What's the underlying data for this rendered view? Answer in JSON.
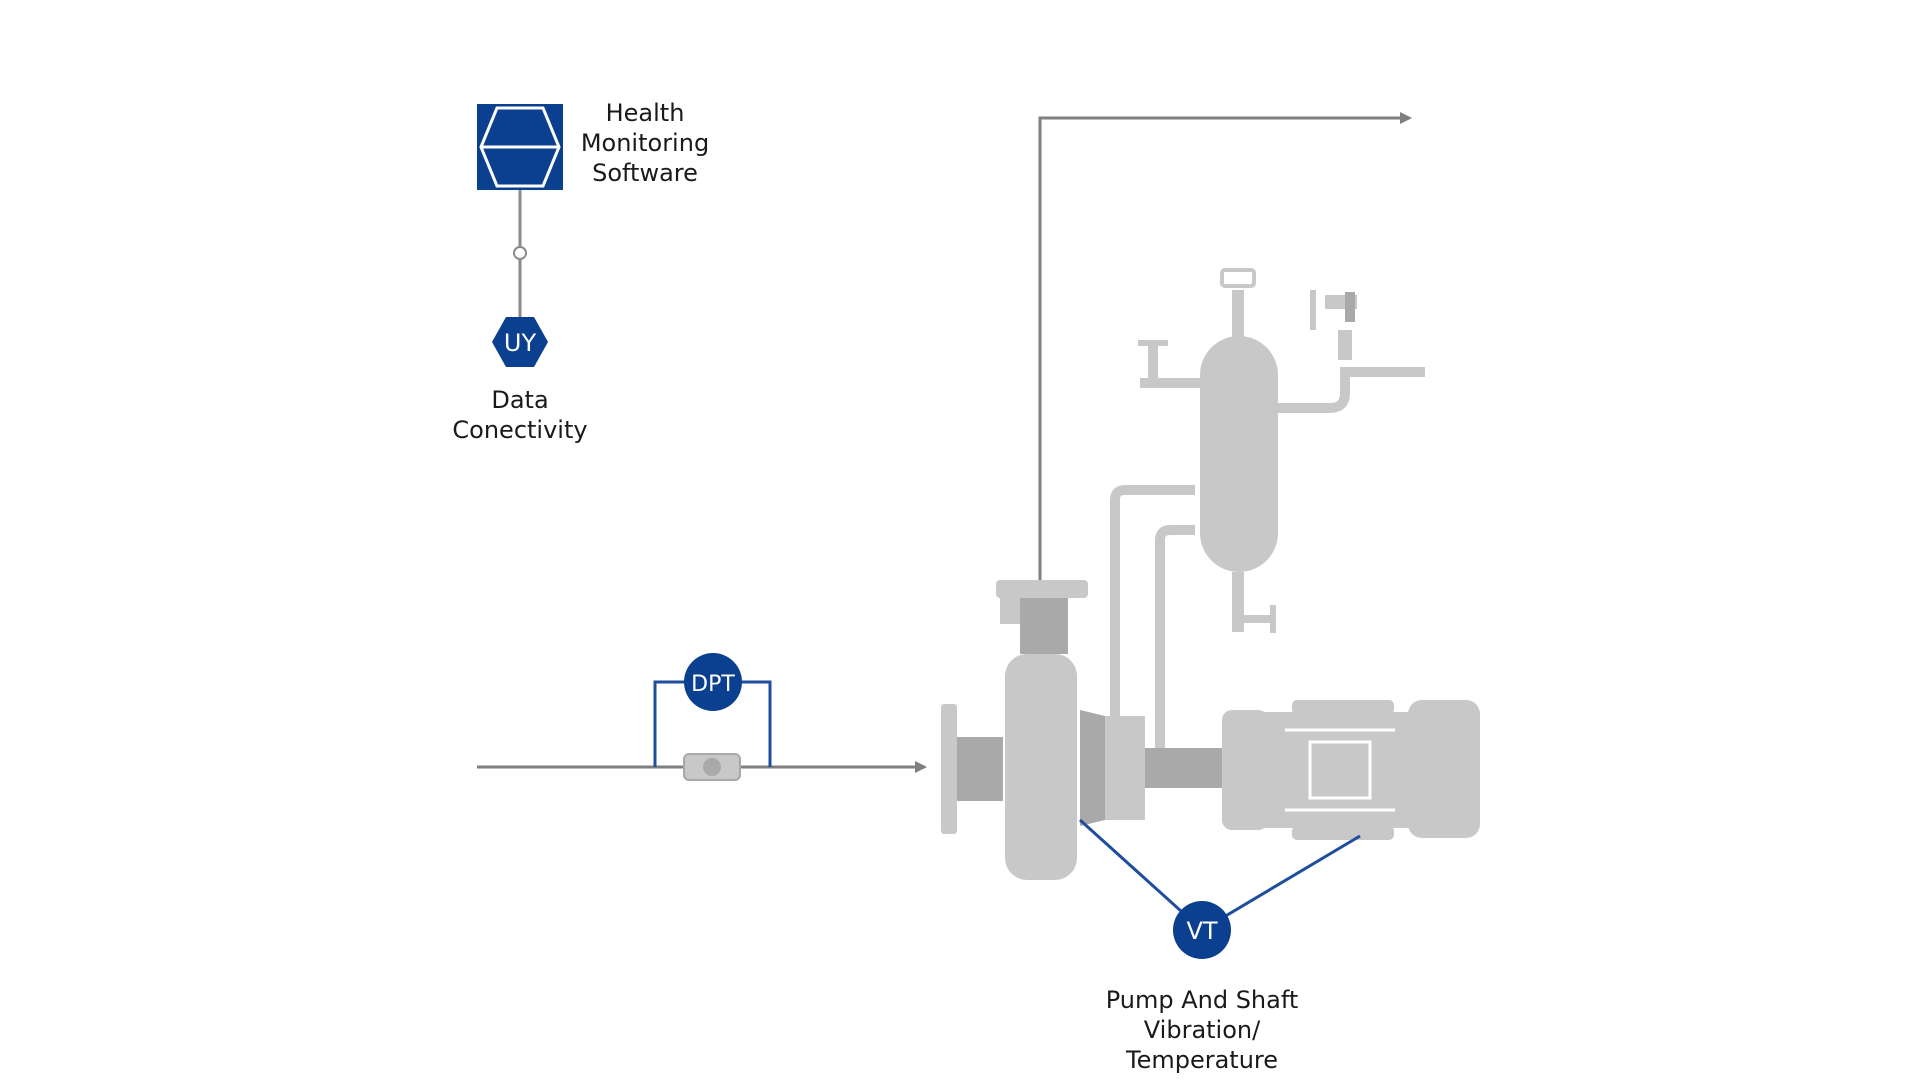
{
  "software": {
    "label_lines": [
      "Health",
      "Monitoring",
      "Software"
    ],
    "icon": "health-monitoring-software-icon"
  },
  "connectivity": {
    "tag": "UY",
    "label_lines": [
      "Data",
      "Conectivity"
    ]
  },
  "dp_transmitter": {
    "tag": "DPT"
  },
  "vibration_transmitter": {
    "tag": "VT",
    "label_lines": [
      "Pump And Shaft",
      "Vibration/",
      "Temperature"
    ]
  },
  "colors": {
    "brand_blue": "#0b3f8f",
    "equipment_gray": "#c8c8c8",
    "equipment_dark": "#a9a9a9",
    "pipe_gray": "#7f7f7f",
    "signal_blue": "#1f4e9c"
  }
}
